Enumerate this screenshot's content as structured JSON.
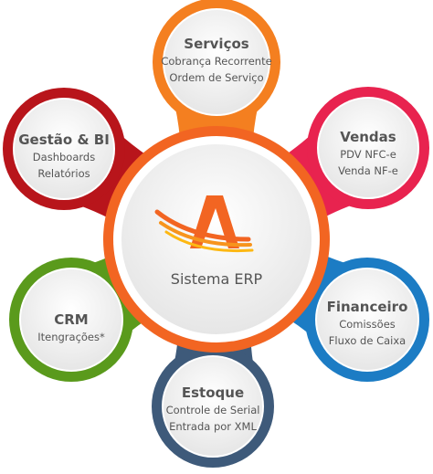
{
  "center": {
    "label": "Sistema ERP",
    "colors": {
      "ring": "#f26522",
      "logo_primary": "#f26522",
      "logo_secondary": "#fdb813"
    }
  },
  "modules": [
    {
      "id": "servicos",
      "title": "Serviços",
      "lines": [
        "Cobrança Recorrente",
        "Ordem de Serviço"
      ],
      "color": "#f47f20"
    },
    {
      "id": "vendas",
      "title": "Vendas",
      "lines": [
        "PDV NFC-e",
        "Venda NF-e"
      ],
      "color": "#e8234f"
    },
    {
      "id": "financeiro",
      "title": "Financeiro",
      "lines": [
        "Comissões",
        "Fluxo de Caixa"
      ],
      "color": "#1c7cc4"
    },
    {
      "id": "estoque",
      "title": "Estoque",
      "lines": [
        "Controle de Serial",
        "Entrada por XML"
      ],
      "color": "#3e5a7a"
    },
    {
      "id": "crm",
      "title": "CRM",
      "lines": [
        "Itengrações*"
      ],
      "color": "#5a9a1c"
    },
    {
      "id": "gestao",
      "title": "Gestão & BI",
      "lines": [
        "Dashboards",
        "Relatórios"
      ],
      "color": "#b8151b"
    }
  ]
}
